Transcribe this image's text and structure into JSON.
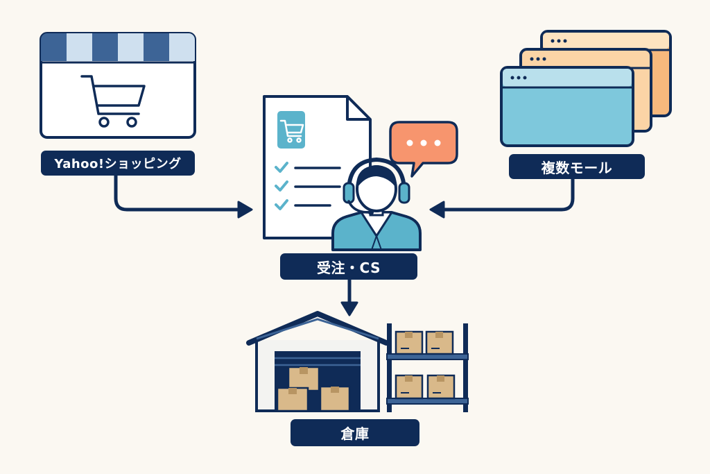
{
  "nodes": {
    "yahoo": {
      "label": "Yahoo!ショッピング"
    },
    "malls": {
      "label": "複数モール"
    },
    "order_cs": {
      "label": "受注・CS"
    },
    "warehouse": {
      "label": "倉庫"
    }
  },
  "colors": {
    "navy": "#0f2b57",
    "background": "#fbf8f2",
    "teal": "#5bb3cb",
    "light_teal": "#7ec8dc",
    "peach": "#fbd9ad",
    "orange": "#f5a06b",
    "bubble": "#f7956e",
    "box": "#d9b98a"
  },
  "edges": [
    {
      "from": "yahoo",
      "to": "order_cs"
    },
    {
      "from": "malls",
      "to": "order_cs"
    },
    {
      "from": "order_cs",
      "to": "warehouse"
    }
  ]
}
